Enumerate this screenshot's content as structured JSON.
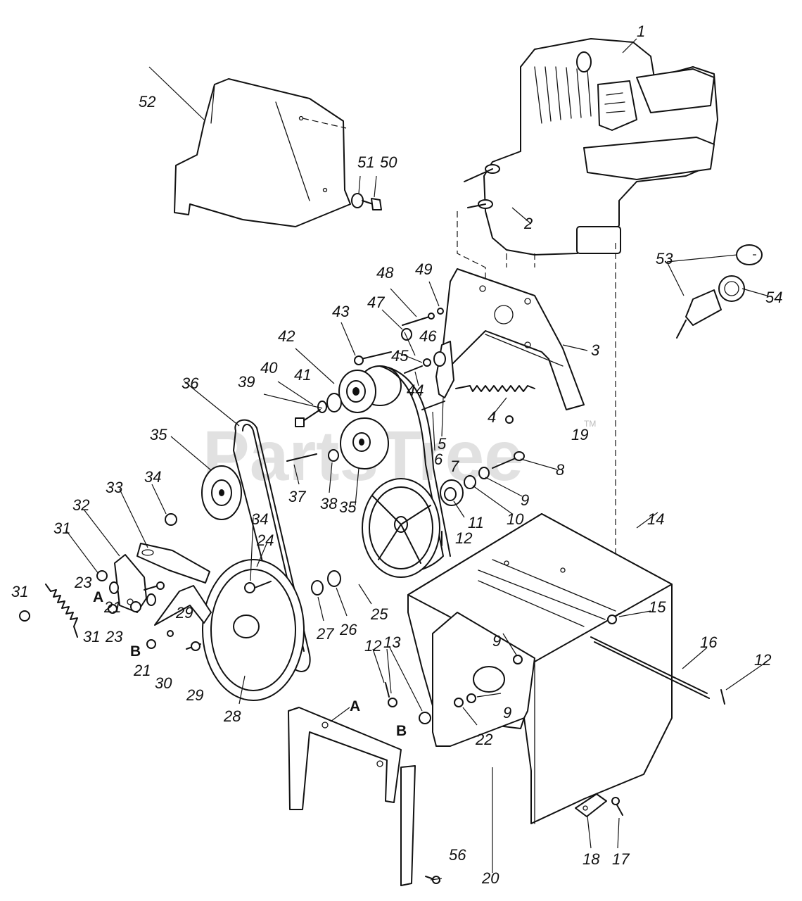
{
  "watermark": {
    "text": "PartsTree",
    "trademark": "TM"
  },
  "part_labels": {
    "p1": "1",
    "p2": "2",
    "p3": "3",
    "p4": "4",
    "p5": "5",
    "p6": "6",
    "p7": "7",
    "p8": "8",
    "p9a": "9",
    "p9b": "9",
    "p9c": "9",
    "p10": "10",
    "p11": "11",
    "p12a": "12",
    "p12b": "12",
    "p12c": "12",
    "p13": "13",
    "p14": "14",
    "p15": "15",
    "p16": "16",
    "p17": "17",
    "p18": "18",
    "p19": "19",
    "p20": "20",
    "p21a": "21",
    "p21b": "21",
    "p22": "22",
    "p23a": "23",
    "p23b": "23",
    "p24": "24",
    "p25": "25",
    "p26": "26",
    "p27": "27",
    "p28": "28",
    "p29a": "29",
    "p29b": "29",
    "p30": "30",
    "p31a": "31",
    "p31b": "31",
    "p31c": "31",
    "p32": "32",
    "p33": "33",
    "p34a": "34",
    "p34b": "34",
    "p35a": "35",
    "p35b": "35",
    "p36": "36",
    "p37": "37",
    "p38": "38",
    "p39": "39",
    "p40": "40",
    "p41": "41",
    "p42": "42",
    "p43": "43",
    "p44": "44",
    "p45": "45",
    "p46": "46",
    "p47": "47",
    "p48": "48",
    "p49": "49",
    "p50": "50",
    "p51": "51",
    "p52": "52",
    "p53": "53",
    "p54": "54",
    "p56": "56"
  },
  "letter_labels": {
    "a_left": "A",
    "b_left": "B",
    "a_bracket": "A",
    "b_bracket": "B"
  }
}
